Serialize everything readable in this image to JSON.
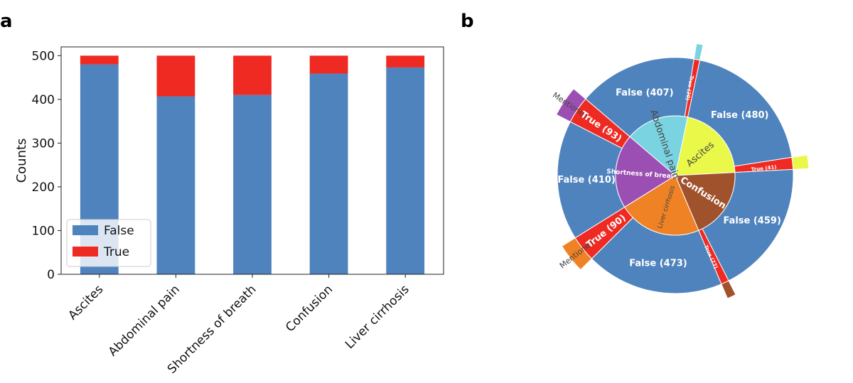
{
  "panels": {
    "a": "a",
    "b": "b"
  },
  "chart_data": [
    {
      "type": "bar",
      "stacked": true,
      "categories": [
        "Ascites",
        "Abdominal pain",
        "Shortness of breath",
        "Confusion",
        "Liver cirrhosis"
      ],
      "series": [
        {
          "name": "False",
          "color": "#4f83bd",
          "values": [
            480,
            407,
            410,
            459,
            473
          ]
        },
        {
          "name": "True",
          "color": "#ef2a22",
          "values": [
            20,
            93,
            90,
            41,
            27
          ]
        }
      ],
      "xlabel": "",
      "ylabel": "Counts",
      "ylim": [
        0,
        520
      ],
      "yticks": [
        0,
        100,
        200,
        300,
        400,
        500
      ],
      "legend": "lower-left",
      "grid": false
    },
    {
      "type": "sunburst",
      "inner": [
        {
          "label": "Ascites",
          "color": "#eaf84a",
          "text_color": "dark"
        },
        {
          "label": "Confusion",
          "color": "#a0522d",
          "text_color": "light"
        },
        {
          "label": "Liver cirrhosis",
          "color": "#ef8224",
          "text_color": "dark"
        },
        {
          "label": "Shortness of breath",
          "color": "#9c4fb3",
          "text_color": "light"
        },
        {
          "label": "Abdominal pain",
          "color": "#79d3e0",
          "text_color": "dark"
        }
      ],
      "middle": [
        {
          "parent": "Ascites",
          "label": "False (480)",
          "value": 480
        },
        {
          "parent": "Ascites",
          "label": "True (41)",
          "value": 41
        },
        {
          "parent": "Confusion",
          "label": "False (459)",
          "value": 459
        },
        {
          "parent": "Confusion",
          "label": "True (27)",
          "value": 27
        },
        {
          "parent": "Liver cirrhosis",
          "label": "False (473)",
          "value": 473
        },
        {
          "parent": "Liver cirrhosis",
          "label": "True (90)",
          "value": 90
        },
        {
          "parent": "Shortness of breath",
          "label": "False (410)",
          "value": 410
        },
        {
          "parent": "Shortness of breath",
          "label": "True (93)",
          "value": 93
        },
        {
          "parent": "Abdominal pain",
          "label": "False (407)",
          "value": 407
        },
        {
          "parent": "Abdominal pain",
          "label": "True (20)",
          "value": 20
        }
      ],
      "outer_label": "Mentioned",
      "false_color": "#4f83bd",
      "true_color": "#ef2a22"
    }
  ]
}
